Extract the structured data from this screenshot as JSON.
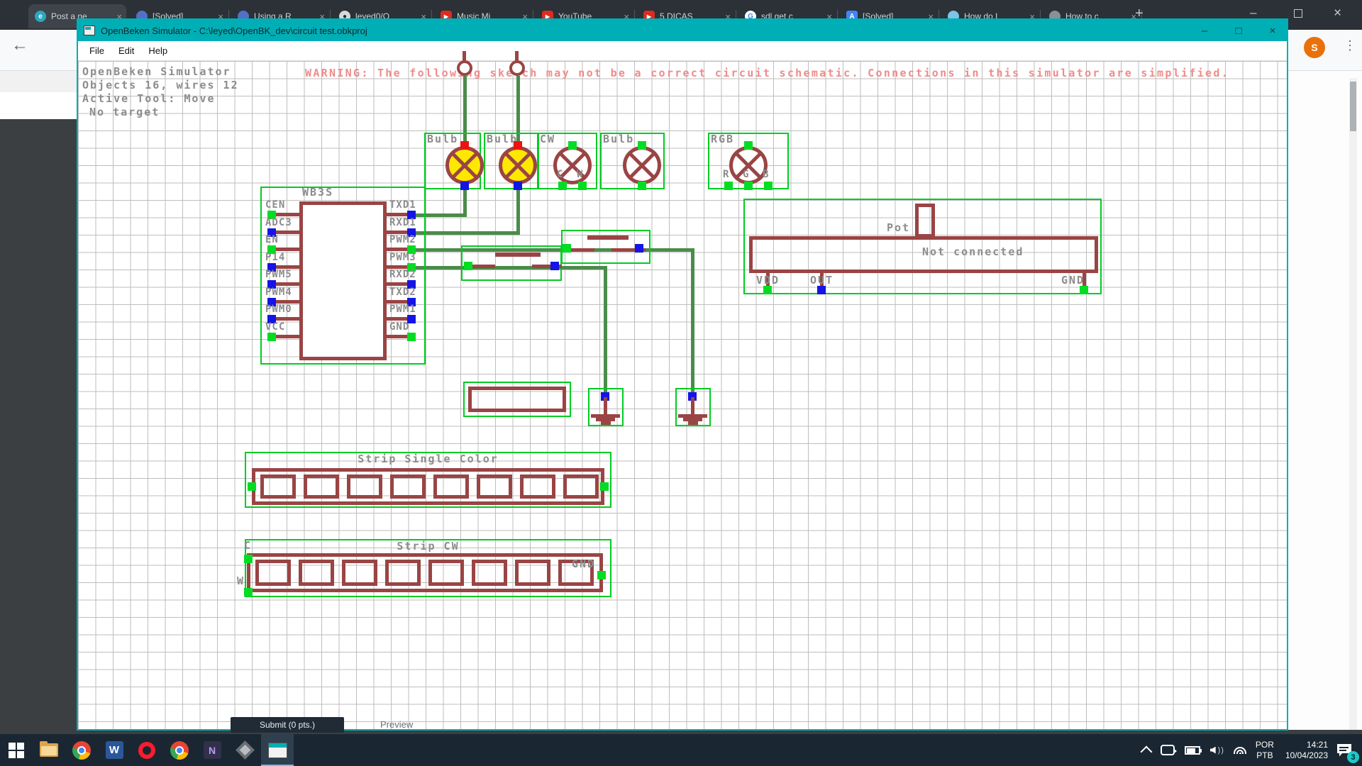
{
  "browser": {
    "tabs": [
      {
        "label": "Post a ne",
        "icon": "edge",
        "active": true
      },
      {
        "label": "[Solved] ",
        "icon": "forum"
      },
      {
        "label": "Using a R",
        "icon": "forum"
      },
      {
        "label": "leyed0/O",
        "icon": "github"
      },
      {
        "label": "Music Mi",
        "icon": "youtube"
      },
      {
        "label": "YouTube",
        "icon": "youtube"
      },
      {
        "label": "5 DICAS",
        "icon": "youtube"
      },
      {
        "label": "sdl get c",
        "icon": "google"
      },
      {
        "label": "[Solved]",
        "icon": "bluesq"
      },
      {
        "label": "How do I",
        "icon": "lightblue"
      },
      {
        "label": "How to c",
        "icon": "graywin"
      }
    ],
    "close_glyph": "×",
    "new_tab_glyph": "+",
    "minimize_glyph": "–",
    "close_window_glyph": "×",
    "back_arrow": "←",
    "avatar_letter": "S",
    "kebab": "⋮"
  },
  "page_behind": {
    "submit_label": "Submit (0 pts.)",
    "preview_label": "Preview"
  },
  "app": {
    "title": "OpenBeken Simulator - C:\\leyed\\OpenBK_dev\\circuit test.obkproj",
    "menu": [
      "File",
      "Edit",
      "Help"
    ],
    "minimize_glyph": "–",
    "maximize_glyph": "□",
    "close_glyph": "×",
    "status_lines": [
      "OpenBeken Simulator",
      "Objects 16, wires 12",
      "Active Tool: Move",
      "No target"
    ],
    "warning": "WARNING: The following sketch may not be a correct circuit schematic. Connections in this simulator are simplified."
  },
  "schematic": {
    "chip": {
      "label": "WB3S",
      "left_pins": [
        {
          "name": "CEN",
          "t": "g"
        },
        {
          "name": "ADC3",
          "t": "b"
        },
        {
          "name": "EN",
          "t": "g"
        },
        {
          "name": "P14",
          "t": "b"
        },
        {
          "name": "PWM5",
          "t": "b"
        },
        {
          "name": "PWM4",
          "t": "b"
        },
        {
          "name": "PWM0",
          "t": "b"
        },
        {
          "name": "VCC",
          "t": "g"
        }
      ],
      "right_pins": [
        {
          "name": "TXD1",
          "t": "b"
        },
        {
          "name": "RXD1",
          "t": "b"
        },
        {
          "name": "PWM2",
          "t": "g"
        },
        {
          "name": "PWM3",
          "t": "g"
        },
        {
          "name": "RXD2",
          "t": "b"
        },
        {
          "name": "TXD2",
          "t": "b"
        },
        {
          "name": "PWM1",
          "t": "b"
        },
        {
          "name": "GND",
          "t": "g"
        }
      ]
    },
    "bulbs": [
      {
        "label": "Bulb",
        "fill": "#ffe800",
        "top": "r",
        "bottoms": [
          "b"
        ],
        "sub": []
      },
      {
        "label": "Bulb",
        "fill": "#ffe800",
        "top": "r",
        "bottoms": [
          "b"
        ],
        "sub": []
      },
      {
        "label": "CW",
        "fill": "#ffffff",
        "top": "g",
        "bottoms": [
          "g",
          "g"
        ],
        "sub": [
          "C",
          "W"
        ]
      },
      {
        "label": "Bulb",
        "fill": "#ffffff",
        "top": "g",
        "bottoms": [
          "g"
        ],
        "sub": []
      },
      {
        "label": "RGB",
        "fill": "#ffffff",
        "top": "g",
        "bottoms": [
          "g",
          "g",
          "g"
        ],
        "sub": [
          "R",
          "G",
          "B"
        ]
      }
    ],
    "pot": {
      "label": "Pot",
      "status": "Not connected",
      "pin_vdd": "VDD",
      "pin_out": "OUT",
      "pin_gnd": "GND"
    },
    "strips": [
      {
        "label": "Strip Single Color",
        "cells": 8,
        "pins": []
      },
      {
        "label": "Strip CW",
        "cells": 8,
        "pins": [
          "C",
          "W",
          "GND"
        ]
      }
    ],
    "wire_color": "#4a8c4a",
    "component_color": "#9a4444",
    "selection_color": "#00cc22"
  },
  "taskbar": {
    "items": [
      {
        "name": "start",
        "glyph": "win"
      },
      {
        "name": "file-explorer",
        "glyph": "folder"
      },
      {
        "name": "chrome",
        "glyph": "chrome"
      },
      {
        "name": "word",
        "glyph": "word",
        "letter": "W"
      },
      {
        "name": "opera",
        "glyph": "opera"
      },
      {
        "name": "browser-2",
        "glyph": "chrome"
      },
      {
        "name": "code-editor",
        "glyph": "darkn",
        "letter": "N"
      },
      {
        "name": "graphics-tool",
        "glyph": "diamond"
      },
      {
        "name": "openbeken-simulator",
        "glyph": "app",
        "active": true
      }
    ],
    "tray": {
      "lang_top": "POR",
      "lang_bottom": "PTB",
      "time": "14:21",
      "date": "10/04/2023",
      "badge": "3"
    }
  }
}
